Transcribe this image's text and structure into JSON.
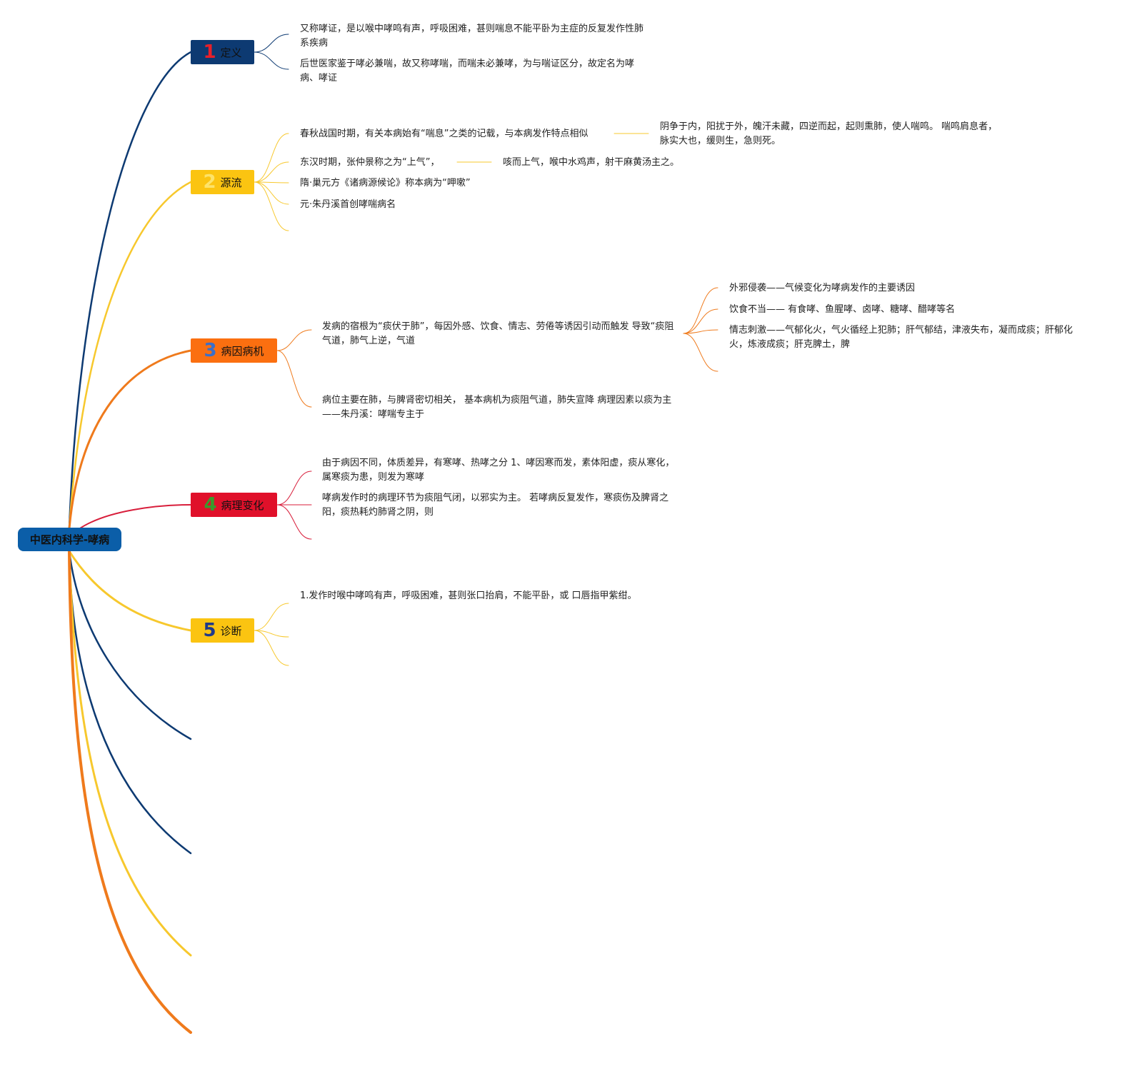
{
  "root": {
    "label": "中医内科学-哮病",
    "color": "#0b5ea8"
  },
  "topics": [
    {
      "num": "1",
      "label": "定义",
      "bg": "#0d3a72",
      "num_color": "#e8202a",
      "line": "#0d3a72"
    },
    {
      "num": "2",
      "label": "源流",
      "bg": "#fbc411",
      "num_color": "#fde36a",
      "line": "#f7c82d"
    },
    {
      "num": "3",
      "label": "病因病机",
      "bg": "#fb6f10",
      "num_color": "#3b6fc9",
      "line": "#ef7a1c"
    },
    {
      "num": "4",
      "label": "病理变化",
      "bg": "#e0102a",
      "num_color": "#3a9a2c",
      "line": "#d81e3b"
    },
    {
      "num": "5",
      "label": "诊断",
      "bg": "#fbc411",
      "num_color": "#1f3a8a",
      "line": "#f7c82d"
    }
  ],
  "definition": {
    "items": [
      "又称哮证，是以喉中哮鸣有声，呼吸困难，甚则喘息不能平卧为主症的反复发作性肺系疾病",
      "后世医家鉴于哮必兼喘，故又称哮喘，而喘未必兼哮，为与喘证区分，故定名为哮病、哮证"
    ]
  },
  "origin": {
    "items": [
      "春秋战国时期，有关本病始有“喘息”之类的记载，与本病发作特点相似",
      "东汉时期，张仲景称之为“上气”，",
      "隋·巢元方《诸病源候论》称本病为“呷嗽”",
      "元·朱丹溪首创哮喘病名"
    ],
    "sub_1": "阴争于内，阳扰于外，魄汗未藏，四逆而起，起则熏肺，使人喘鸣。 喘鸣肩息者，脉实大也，缓则生，急则死。",
    "sub_2": "咳而上气，喉中水鸡声，射干麻黄汤主之。"
  },
  "etiology": {
    "items": [
      "发病的宿根为“痰伏于肺”，每因外感、饮食、情志、劳倦等诱因引动而触发 导致“痰阻气道，肺气上逆，气道",
      "病位主要在肺，与脾肾密切相关， 基本病机为痰阻气道，肺失宣降 病理因素以痰为主——朱丹溪：哮喘专主于"
    ],
    "sub_items": [
      "外邪侵袭——气候变化为哮病发作的主要诱因",
      "饮食不当—— 有食哮、鱼腥哮、卤哮、糖哮、醋哮等名",
      "情志刺激——气郁化火，气火循经上犯肺；肝气郁结，津液失布，凝而成痰；肝郁化火，炼液成痰；肝克脾土，脾"
    ]
  },
  "pathology": {
    "items": [
      "由于病因不同，体质差异，有寒哮、热哮之分 1、哮因寒而发，素体阳虚，痰从寒化，属寒痰为患，则发为寒哮",
      "哮病发作时的病理环节为痰阻气闭，以邪实为主。 若哮病反复发作，寒痰伤及脾肾之阳，痰热耗灼肺肾之阴，则"
    ]
  },
  "diagnosis": {
    "items": [
      "1.发作时喉中哮鸣有声，呼吸困难，甚则张口抬肩，不能平卧，或 口唇指甲紫绀。"
    ]
  },
  "colors": {
    "navy": "#0d3a72",
    "yellow": "#f7c82d",
    "orange": "#ef7a1c",
    "red": "#d81e3b"
  }
}
